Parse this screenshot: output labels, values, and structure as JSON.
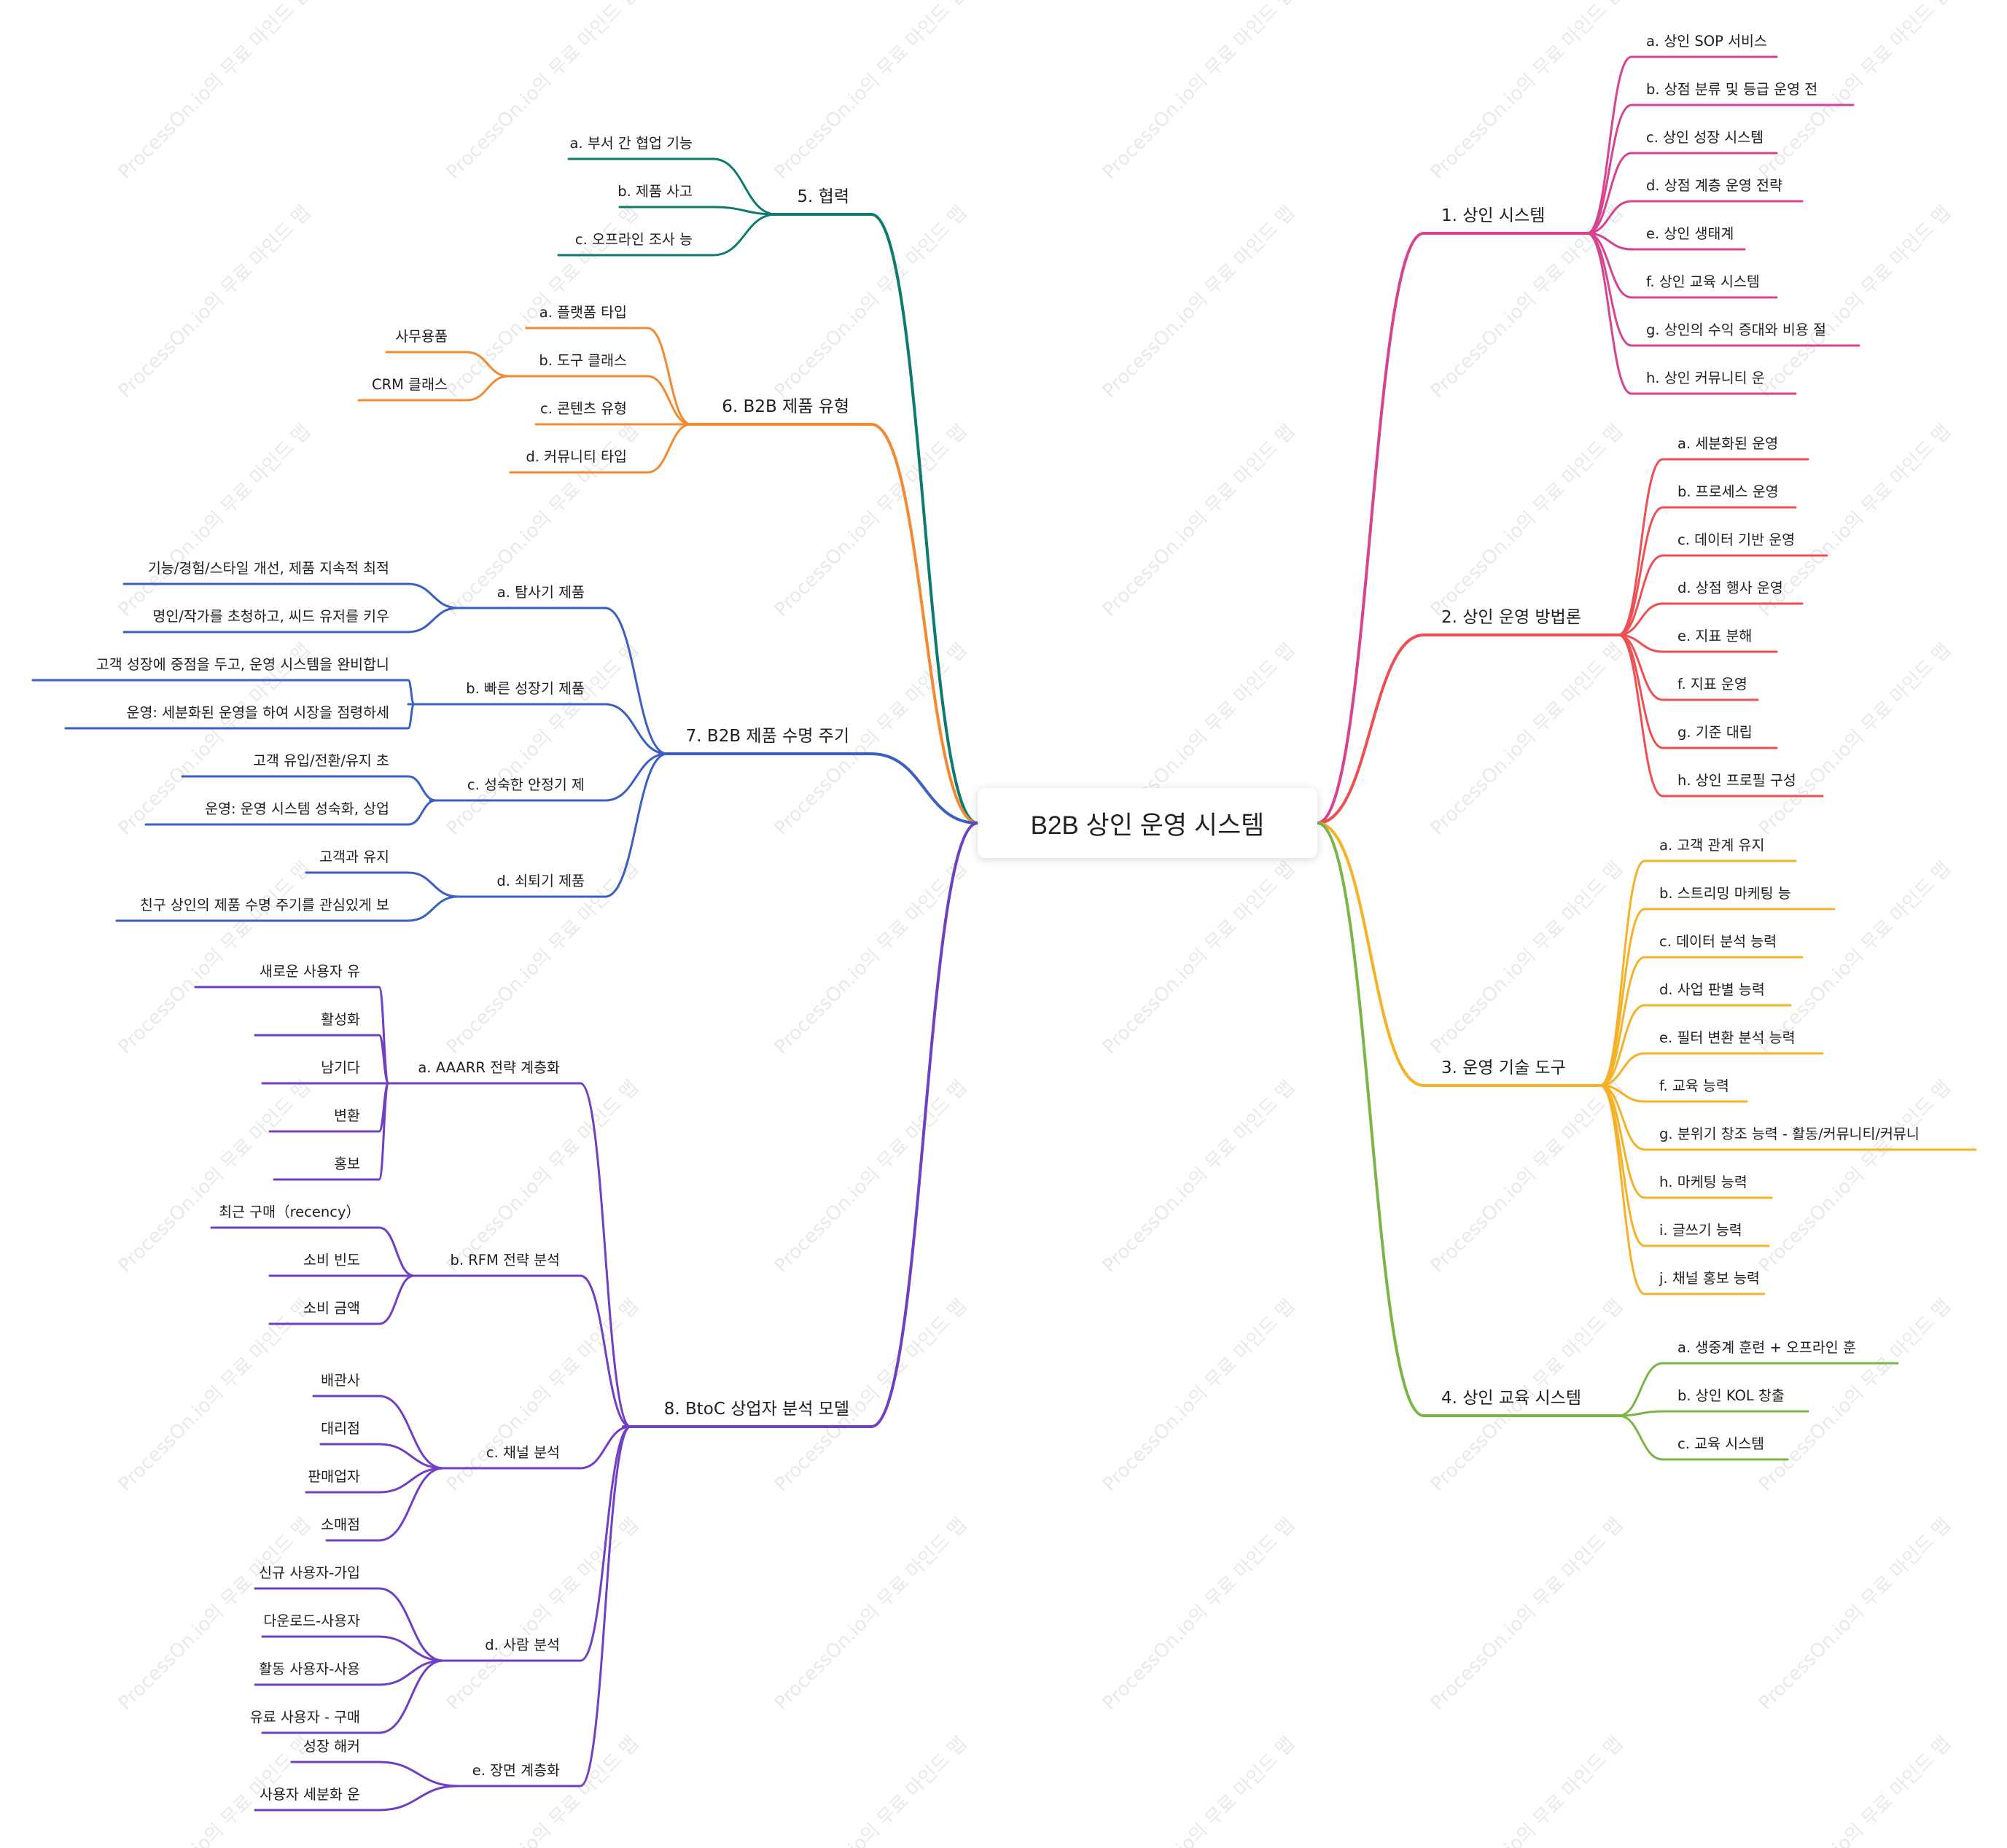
{
  "watermark": "ProcessOn.io의 무료 마인드 맵",
  "root": "B2B 상인 운영 시스템",
  "branches": [
    {
      "label": "1. 상인 시스템",
      "color": "#d6438f",
      "children": [
        {
          "label": "a. 상인 SOP 서비스"
        },
        {
          "label": "b. 상점 분류 및 등급 운영 전"
        },
        {
          "label": "c. 상인 성장 시스템"
        },
        {
          "label": "d. 상점 계층 운영 전략"
        },
        {
          "label": "e. 상인 생태계"
        },
        {
          "label": "f. 상인 교육 시스템"
        },
        {
          "label": "g. 상인의 수익 증대와 비용 절"
        },
        {
          "label": "h. 상인 커뮤니티 운"
        }
      ]
    },
    {
      "label": "2. 상인 운영 방법론",
      "color": "#ef4f52",
      "children": [
        {
          "label": "a. 세분화된 운영"
        },
        {
          "label": "b. 프로세스 운영"
        },
        {
          "label": "c. 데이터 기반 운영"
        },
        {
          "label": "d. 상점 행사 운영"
        },
        {
          "label": "e. 지표 분해"
        },
        {
          "label": "f. 지표 운영"
        },
        {
          "label": "g. 기준 대립"
        },
        {
          "label": "h. 상인 프로필 구성"
        }
      ]
    },
    {
      "label": "3. 운영 기술 도구",
      "color": "#f5b127",
      "children": [
        {
          "label": "a. 고객 관계 유지"
        },
        {
          "label": "b. 스트리밍 마케팅 능"
        },
        {
          "label": "c. 데이터 분석 능력"
        },
        {
          "label": "d. 사업 판별 능력"
        },
        {
          "label": "e. 필터 변환 분석 능력"
        },
        {
          "label": "f. 교육 능력"
        },
        {
          "label": "g. 분위기 창조 능력 - 활동/커뮤니티/커뮤니"
        },
        {
          "label": "h. 마케팅 능력"
        },
        {
          "label": "i. 글쓰기 능력"
        },
        {
          "label": "j. 채널 홍보 능력"
        }
      ]
    },
    {
      "label": "4. 상인 교육 시스템",
      "color": "#7ab547",
      "children": [
        {
          "label": "a. 생중계 훈련 + 오프라인 훈"
        },
        {
          "label": "b. 상인 KOL 창출"
        },
        {
          "label": "c. 교육 시스템"
        }
      ]
    },
    {
      "label": "5. 협력",
      "color": "#0e7a70",
      "children": [
        {
          "label": "a. 부서 간 협업 기능"
        },
        {
          "label": "b. 제품 사고"
        },
        {
          "label": "c. 오프라인 조사 능"
        }
      ]
    },
    {
      "label": "6. B2B 제품 유형",
      "color": "#f18a31",
      "children": [
        {
          "label": "a. 플랫폼 타입",
          "children": []
        },
        {
          "label": "b. 도구 클래스",
          "children": [
            "사무용품",
            "CRM 클래스"
          ]
        },
        {
          "label": "c. 콘텐츠 유형",
          "children": []
        },
        {
          "label": "d. 커뮤니티 타입",
          "children": []
        }
      ]
    },
    {
      "label": "7. B2B 제품 수명 주기",
      "color": "#3b5fc2",
      "children": [
        {
          "label": "a. 탐사기 제품",
          "children": [
            "기능/경험/스타일 개선, 제품 지속적 최적",
            "명인/작가를 초청하고, 씨드 유저를 키우"
          ]
        },
        {
          "label": "b. 빠른 성장기 제품",
          "children": [
            "고객 성장에 중점을 두고, 운영 시스템을 완비합니",
            "운영: 세분화된 운영을 하여 시장을 점령하세"
          ]
        },
        {
          "label": "c. 성숙한 안정기 제",
          "children": [
            "고객 유입/전환/유지 초",
            "운영: 운영 시스템 성숙화, 상업"
          ]
        },
        {
          "label": "d. 쇠퇴기 제품",
          "children": [
            "고객과 유지",
            "친구 상인의 제품 수명 주기를 관심있게 보"
          ]
        }
      ]
    },
    {
      "label": "8. BtoC 상업자 분석 모델",
      "color": "#7040c4",
      "children": [
        {
          "label": "a. AAARR 전략 계층화",
          "children": [
            "새로운 사용자 유",
            "활성화",
            "남기다",
            "변환",
            "홍보"
          ]
        },
        {
          "label": "b. RFM 전략 분석",
          "children": [
            "최근 구매（recency）",
            "소비 빈도",
            "소비 금액"
          ]
        },
        {
          "label": "c. 채널 분석",
          "children": [
            "배관사",
            "대리점",
            "판매업자",
            "소매점"
          ]
        },
        {
          "label": "d. 사람 분석",
          "children": [
            "신규 사용자-가입",
            "다운로드-사용자",
            "활동 사용자-사용",
            "유료 사용자 - 구매"
          ]
        },
        {
          "label": "e. 장면 계층화",
          "children": [
            "성장 해커",
            "사용자 세분화 운"
          ]
        }
      ]
    }
  ]
}
